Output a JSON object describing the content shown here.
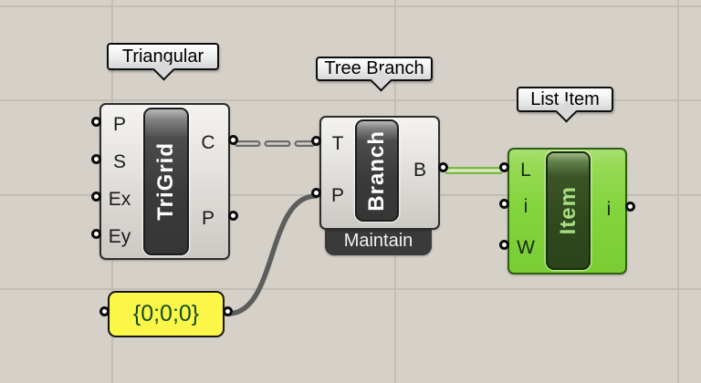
{
  "canvas": {
    "background_color": "#d5d1c9",
    "grid_line_color": "#bcb8b0"
  },
  "components": {
    "trigrid": {
      "tooltip": "Triangular",
      "label": "TriGrid",
      "inputs": [
        "P",
        "S",
        "Ex",
        "Ey"
      ],
      "outputs": [
        "C",
        "P"
      ]
    },
    "branch": {
      "tooltip": "Tree Branch",
      "label": "Branch",
      "inputs": [
        "T",
        "P"
      ],
      "outputs": [
        "B"
      ],
      "tag": "Maintain"
    },
    "item": {
      "tooltip": "List Item",
      "label": "Item",
      "inputs": [
        "L",
        "i",
        "W"
      ],
      "outputs": [
        "i"
      ],
      "selected": true,
      "selected_color": "#84d53f"
    },
    "panel": {
      "value": "{0;0;0}",
      "background_color": "#fbf648",
      "text_color": "#114d20"
    }
  },
  "wires": [
    {
      "from": "trigrid.C",
      "to": "branch.T",
      "style": "dashed-tree",
      "color": "#6a6a6a"
    },
    {
      "from": "panel.out",
      "to": "branch.P",
      "style": "solid",
      "color": "#5d5d5d"
    },
    {
      "from": "branch.B",
      "to": "item.L",
      "style": "double-selected",
      "color": "#78bb3a"
    }
  ]
}
